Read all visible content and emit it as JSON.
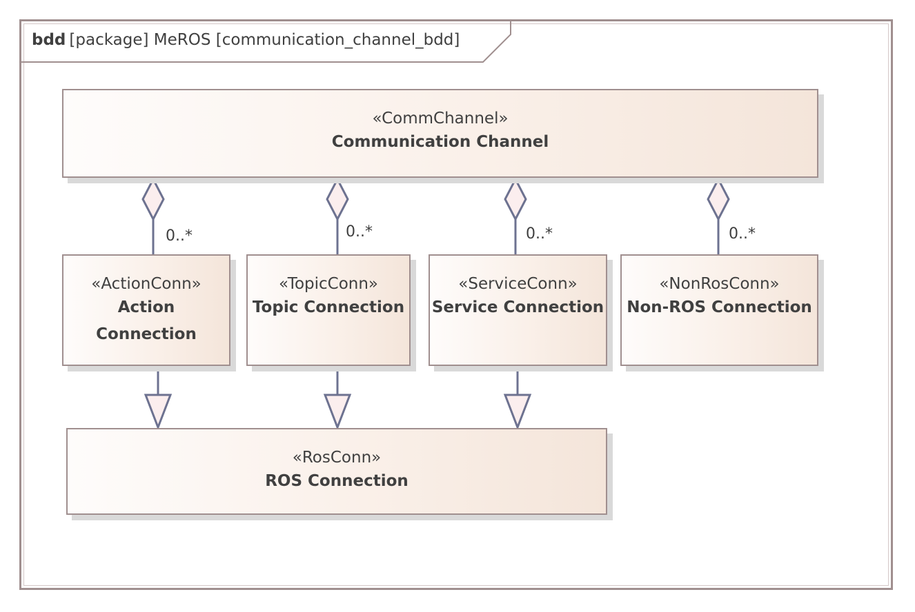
{
  "frame": {
    "kind": "bdd",
    "header": "[package] MeROS [communication_channel_bdd]"
  },
  "blocks": {
    "comm_channel": {
      "stereotype": "«CommChannel»",
      "name": "Communication Channel"
    },
    "action_conn": {
      "stereotype": "«ActionConn»",
      "name": "Action Connection"
    },
    "topic_conn": {
      "stereotype": "«TopicConn»",
      "name": "Topic Connection"
    },
    "service_conn": {
      "stereotype": "«ServiceConn»",
      "name": "Service Connection"
    },
    "nonros_conn": {
      "stereotype": "«NonRosConn»",
      "name": "Non-ROS Connection"
    },
    "ros_conn": {
      "stereotype": "«RosConn»",
      "name": "ROS Connection"
    }
  },
  "multiplicities": {
    "action": "0..*",
    "topic": "0..*",
    "service": "0..*",
    "nonros": "0..*"
  },
  "colors": {
    "border": "#a08f8f",
    "connector": "#6d7290",
    "marker_fill": "#fbeeee",
    "text": "#404040"
  }
}
